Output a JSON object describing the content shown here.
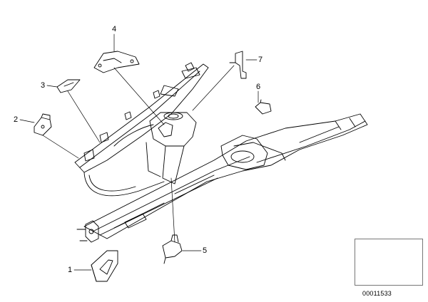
{
  "callouts": [
    {
      "id": "1",
      "label": "1"
    },
    {
      "id": "2",
      "label": "2"
    },
    {
      "id": "3",
      "label": "3"
    },
    {
      "id": "4",
      "label": "4"
    },
    {
      "id": "5",
      "label": "5"
    },
    {
      "id": "6",
      "label": "6"
    },
    {
      "id": "7",
      "label": "7"
    }
  ],
  "diagram_code": "00011533",
  "colors": {
    "line": "#000000",
    "background": "#ffffff"
  }
}
